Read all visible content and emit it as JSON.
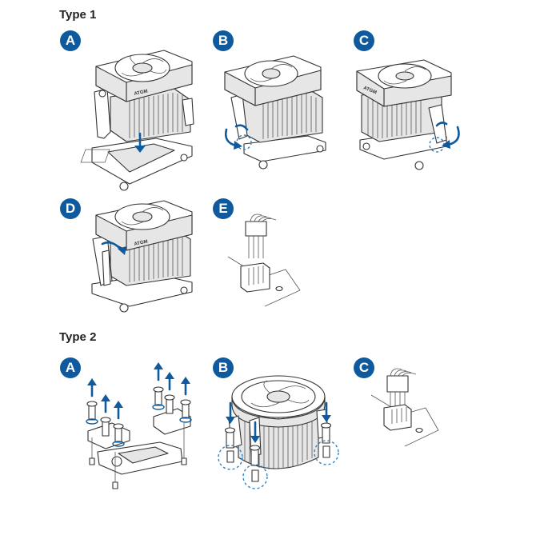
{
  "type1": {
    "heading": "Type 1",
    "steps": [
      "A",
      "B",
      "C",
      "D",
      "E"
    ]
  },
  "type2": {
    "heading": "Type 2",
    "steps": [
      "A",
      "B",
      "C"
    ]
  },
  "logo_text": "ATGM",
  "colors": {
    "accent": "#0e5a9c",
    "line": "#333333",
    "dashed": "#2f7fc1"
  }
}
